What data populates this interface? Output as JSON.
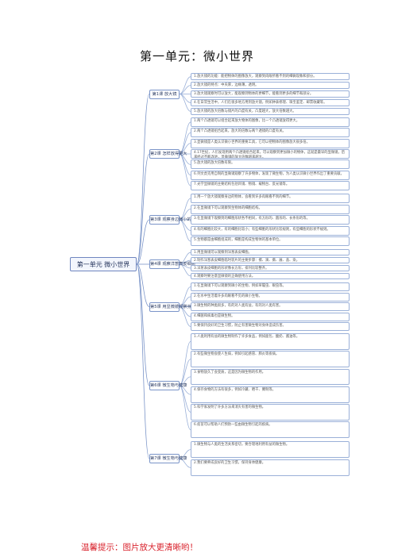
{
  "page": {
    "title": "第一单元：微小世界"
  },
  "root": {
    "label": "第一单元  微小世界"
  },
  "branches": [
    {
      "label": "第1课  放大镜",
      "items": [
        "1.放大镜的功能：能把物体的图像放大，观察到肉眼所看不到的细微现象和部分。",
        "2.放大镜的特点：中央厚，边缘薄，透明。",
        "3.放大镜观察时可以放大，能观察到物体的更细节，能看到更多的细节和部分。",
        "4.在日常生活中，人们在很多地方用到放大镜，例如钟表修理、珠宝鉴定、邮票收藏等。",
        "5.放大镜的放大倍数与镜片的凸度有关，凸度越大，放大倍数越大。"
      ]
    },
    {
      "label": "第2课  怎样放得更大",
      "items": [
        "1.两个凸透镜可以组合起来放大物体的图像，比一个凸透镜放得更大。",
        "2.两个凸透镜组合起来，放大的倍数与两个透镜的凸度有关。",
        "3.显微镜是人类认识微小世界的重要工具，它可以把物体的图像放大很多倍。",
        "4.17世纪，人们发现用两个凸透镜组合起来，可以观察到更加微小的物体，这就是最早的显微镜，后来经过不断改进，显微镜的放大倍数越来越大。",
        "5.放大镜的放大倍数有限。",
        "6.列文虎克用自制的显微镜观察了许多物体，发现了微生物，为人类认识微小世界作出了重要贡献。",
        "7.光学显微镜的主要结构包括目镜、物镜、载物台、反光镜等。"
      ]
    },
    {
      "label": "第3课  观察身边微小的物体",
      "items": [
        "1.用一个放大镜观察身边的物体，会看到许多肉眼看不到的细节。",
        "2.在显微镜下可以观察到生物体的细胞结构。",
        "3.在显微镜下观察到的细胞形状各不相同，有方形的、圆形的、长条形的等。",
        "4.有的细胞比较大，有的细胞比较小；有些细胞的形状比较规则，有些细胞的形状不规则。",
        "5.生物都是由细胞组成的，细胞是构成生物体的基本单位。"
      ]
    },
    {
      "label": "第4课  观察洋葱表皮细胞",
      "items": [
        "1.用显微镜可以观察到洋葱表皮细胞。",
        "2.制作洋葱表皮细胞临时装片的主要步骤：擦、滴、撕、展、盖、染。",
        "3.洋葱表皮细胞的形状像长方形，排列比较整齐。",
        "4.观察时要注意显微镜的正确使用方法。"
      ]
    },
    {
      "label": "第5课  用显微镜观察身边的生命世界",
      "items": [
        "1.在显微镜下可以观察到微小的生物，例如草履虫、眼虫等。",
        "2.在水中生活着许多肉眼看不见的微小生物。",
        "3.微生物的种类很多，有的对人类有益，有的对人类有害。",
        "4.细菌和病毒也是微生物。",
        "5.要保持良好的卫生习惯，防止有害微生物对身体造成伤害。"
      ]
    },
    {
      "label": "第6课  微生物与健康",
      "items": [
        "1.人类利用有益的微生物制作了许多食品，例如面包、酸奶、酱油等。",
        "2.有些微生物会使人生病，例如引起感冒、肺炎等疾病。",
        "3.食物放久了会变质，这是因为微生物的作用。",
        "4.保存食物的方法有很多，例如冷藏、晒干、腌制等。",
        "5.科学家发明了许多方法来消灭有害的微生物。",
        "6.疫苗可以帮助人们预防一些由微生物引起的疾病。"
      ]
    },
    {
      "label": "第7课  微生物与健康",
      "items": [
        "1.微生物与人类的生活关系密切，要合理地利用有益的微生物。",
        "2.我们要养成良好的卫生习惯，保持身体健康。"
      ]
    }
  ],
  "footer": {
    "hint": "温馨提示：图片放大更清晰哟！"
  }
}
